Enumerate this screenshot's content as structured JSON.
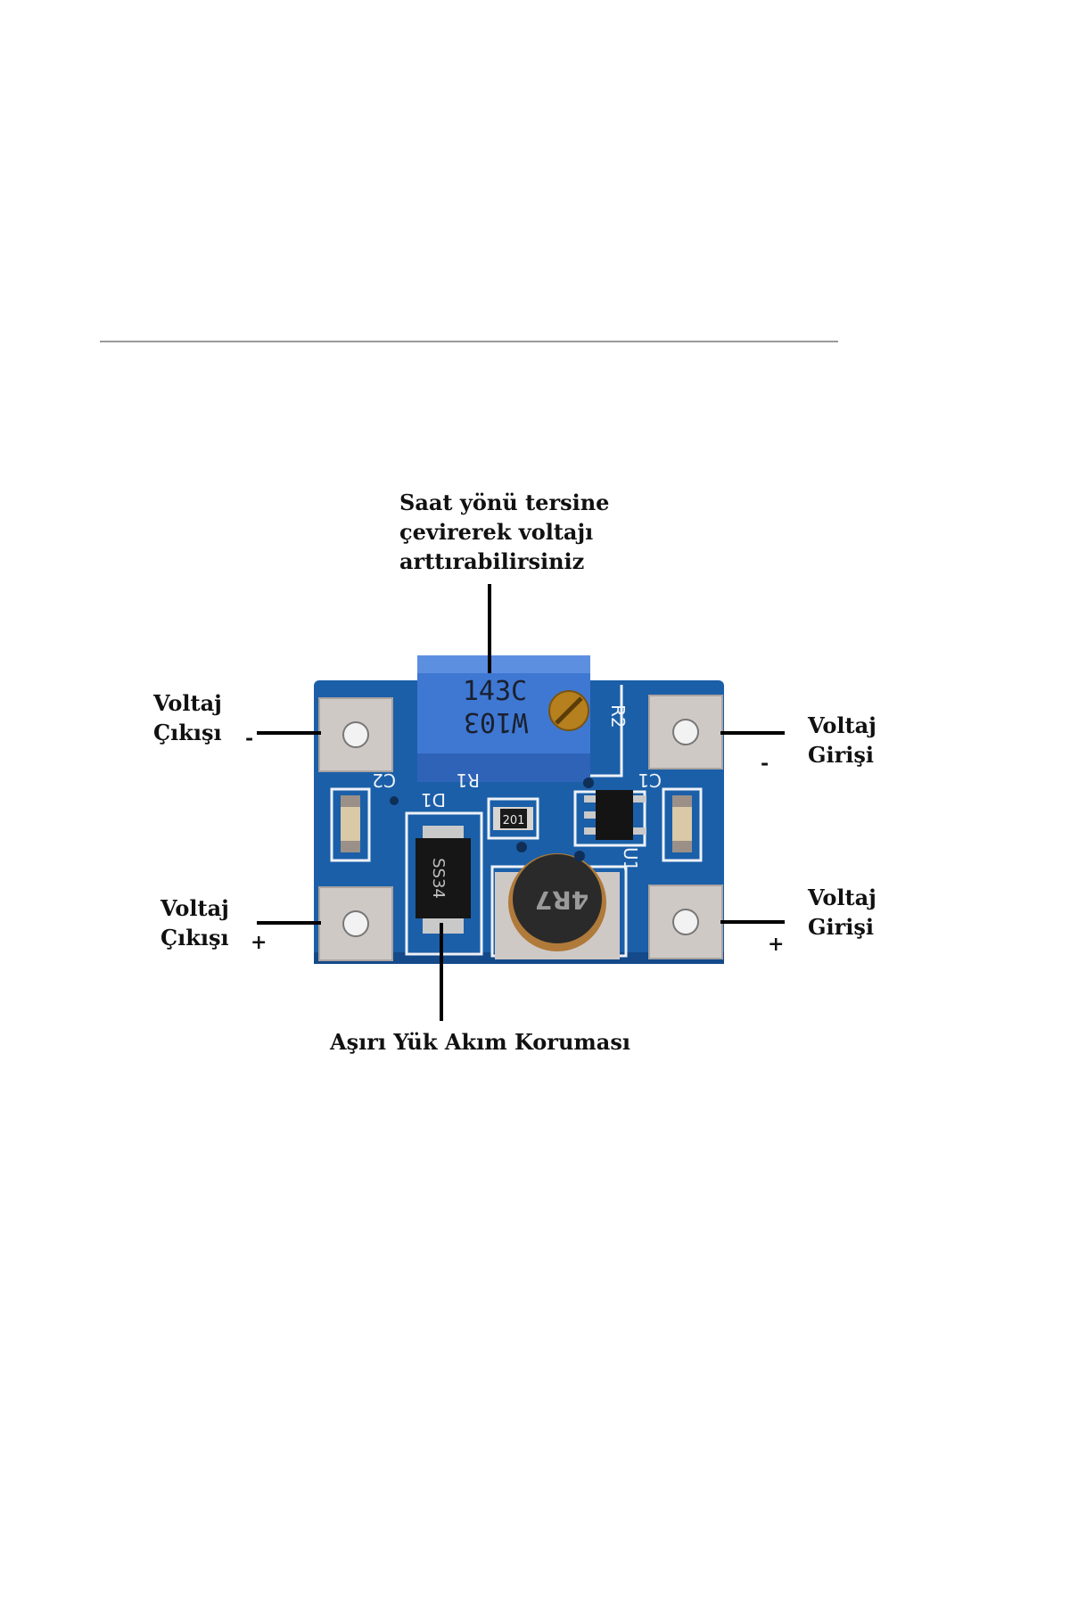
{
  "labels": {
    "trimmer": [
      "Saat yönü tersine",
      "çevirerek voltajı",
      "arttırabilirsiniz"
    ],
    "output_minus": [
      "Voltaj",
      "Çıkışı"
    ],
    "output_plus": [
      "Voltaj",
      "Çıkışı"
    ],
    "input_minus": [
      "Voltaj",
      "Girişi"
    ],
    "input_plus": [
      "Voltaj",
      "Girişi"
    ],
    "protection": "Aşırı Yük Akım Koruması"
  },
  "signs": {
    "output_minus": "-",
    "output_plus": "+",
    "input_minus": "-",
    "input_plus": "+"
  },
  "board_markings": {
    "pot_top": "143C",
    "pot_bottom": "W103",
    "r2": "R2",
    "c1": "C1",
    "c2": "C2",
    "r1": "R1",
    "d1": "D1",
    "u1": "U1",
    "resistor": "201",
    "diode": "SS34",
    "inductor": "4R7"
  },
  "colors": {
    "pcb": "#1b5fa8",
    "pcb_dark": "#144a8a",
    "pad": "#cfc9c6",
    "pot": "#3f78d2",
    "silkscreen": "#eef2f8"
  }
}
